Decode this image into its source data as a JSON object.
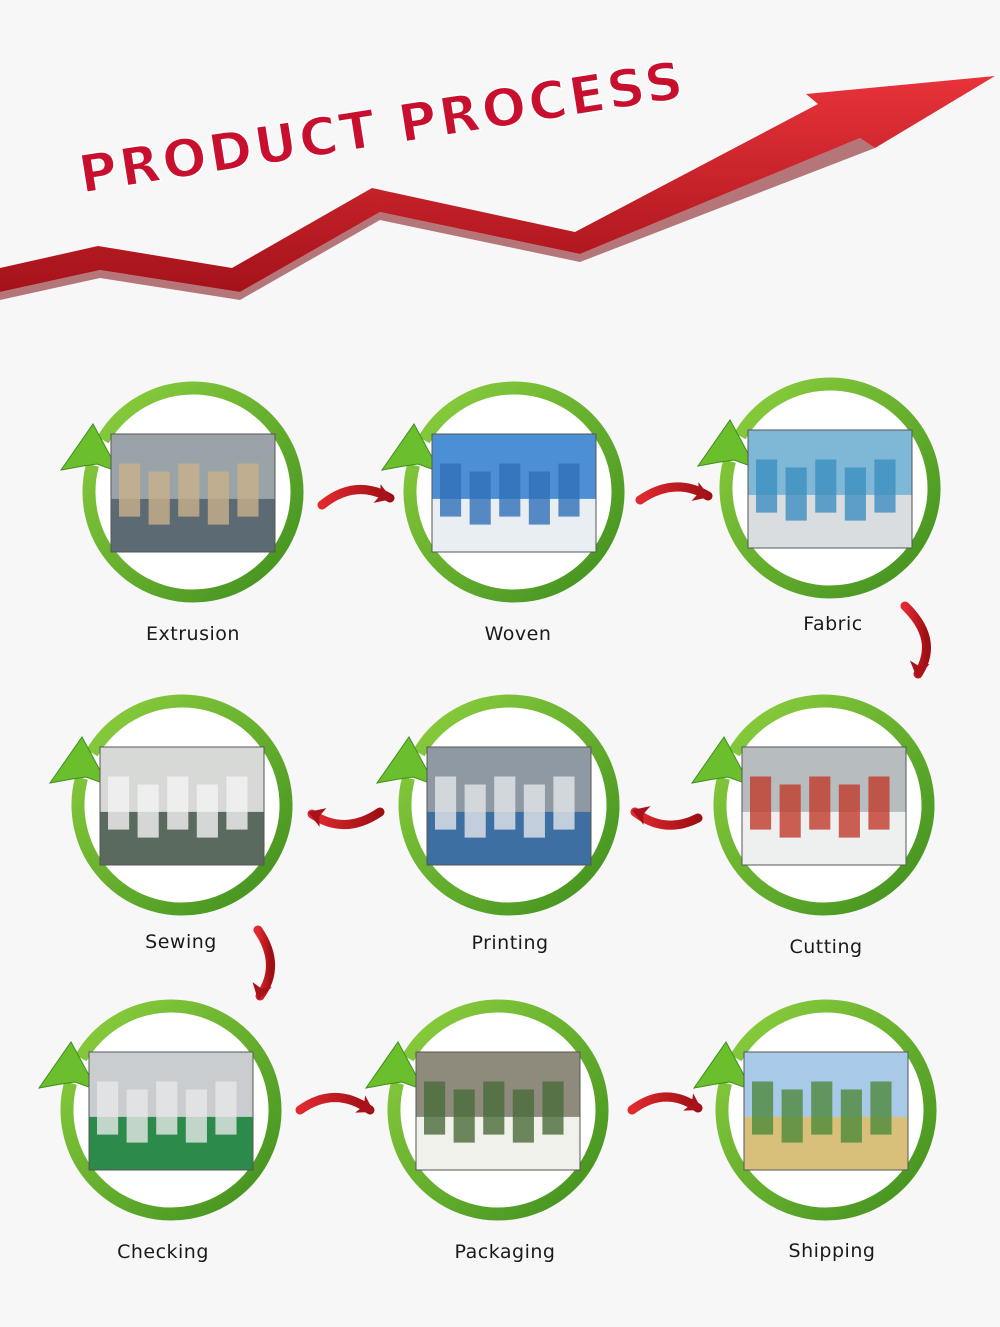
{
  "title": "PRODUCT PROCESS",
  "colors": {
    "trend_arrow": "#d42027",
    "title_text": "#c8102e",
    "ring_green": "#6cbf2c",
    "ring_green_dark": "#3f8f1e",
    "flow_arrow": "#c4151c",
    "background": "#f8f7f8"
  },
  "steps": [
    {
      "label": "Extrusion",
      "scene": "factory-machine-photo"
    },
    {
      "label": "Woven",
      "scene": "weaving-looms-photo"
    },
    {
      "label": "Fabric",
      "scene": "fabric-rolls-photo"
    },
    {
      "label": "Cutting",
      "scene": "cutting-workshop-photo"
    },
    {
      "label": "Printing",
      "scene": "printing-machines-photo"
    },
    {
      "label": "Sewing",
      "scene": "sewing-worker-photo"
    },
    {
      "label": "Checking",
      "scene": "quality-checking-photo"
    },
    {
      "label": "Packaging",
      "scene": "bag-bales-photo"
    },
    {
      "label": "Shipping",
      "scene": "warehouse-truck-photo"
    }
  ],
  "icons": {
    "trend": "upward-trend-arrow-icon",
    "cycle": "circular-arrow-icon",
    "flow": "curved-flow-arrow-icon"
  }
}
